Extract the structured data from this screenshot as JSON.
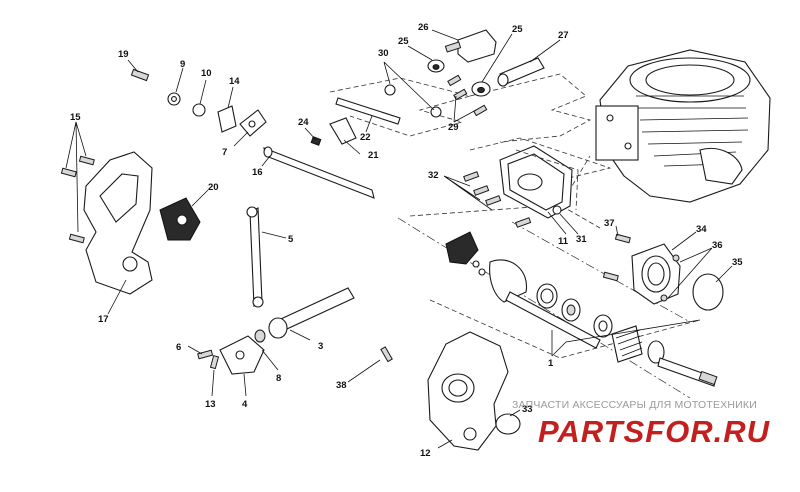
{
  "callouts": {
    "c1": "1",
    "c3": "3",
    "c4": "4",
    "c5": "5",
    "c6": "6",
    "c7": "7",
    "c8": "8",
    "c9": "9",
    "c10": "10",
    "c11": "11",
    "c12": "12",
    "c13": "13",
    "c14": "14",
    "c15": "15",
    "c16": "16",
    "c17": "17",
    "c19": "19",
    "c20": "20",
    "c21": "21",
    "c22": "22",
    "c24": "24",
    "c25a": "25",
    "c25b": "25",
    "c26": "26",
    "c27": "27",
    "c29": "29",
    "c30": "30",
    "c31": "31",
    "c32": "32",
    "c33": "33",
    "c34": "34",
    "c35": "35",
    "c36": "36",
    "c37": "37",
    "c38": "38"
  },
  "watermark": {
    "tagline": "ЗАПЧАСТИ АКСЕССУАРЫ ДЛЯ МОТОТЕХНИКИ",
    "logo": "PARTSFOR.RU"
  }
}
